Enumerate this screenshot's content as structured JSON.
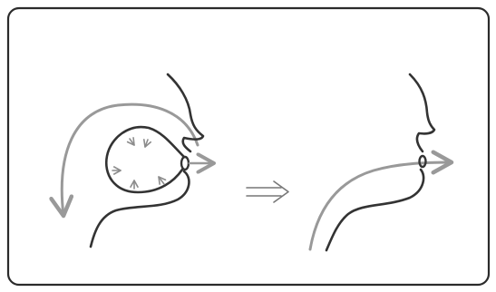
{
  "diagram": {
    "colors": {
      "background": "#ffffff",
      "frame": "#2b2b2b",
      "profile_line": "#333333",
      "airflow": "#999999",
      "pressure_arrows": "#8c8c8c",
      "transition_arrow": "#777777"
    },
    "panels": [
      {
        "id": "before",
        "icons": [
          "face-profile-icon",
          "inflated-cheek-icon",
          "air-loop-arrow-icon",
          "pressure-arrow-icons",
          "short-exit-arrow-icon"
        ]
      },
      {
        "id": "after",
        "icons": [
          "face-profile-icon",
          "airflow-through-mouth-arrow-icon"
        ]
      }
    ],
    "transition_icon": "double-arrow-right-icon"
  }
}
